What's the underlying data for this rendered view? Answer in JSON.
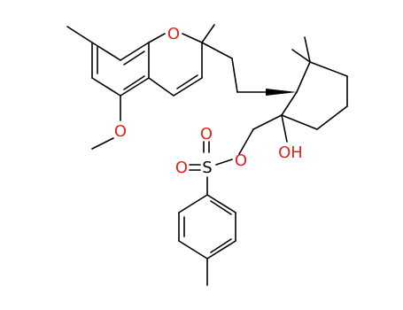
{
  "diagram": {
    "type": "chemical-structure",
    "colors": {
      "bond": "#000000",
      "oxygen": "#e0241b",
      "sulfur": "#000000"
    },
    "atom_labels": {
      "ring_oxygen": "O",
      "methoxy_oxygen": "O",
      "sulfonyl_oxygen_top": "O",
      "sulfonyl_oxygen_left": "O",
      "ester_oxygen": "O",
      "sulfur": "S",
      "hydroxyl": "OH"
    }
  }
}
